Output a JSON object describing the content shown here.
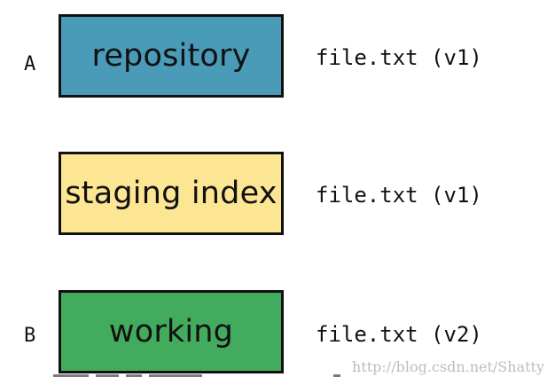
{
  "diagram": {
    "rows": [
      {
        "row_label": "A",
        "box_label": "repository",
        "box_color": "#4A9BB8",
        "file_text": "file.txt (v1)"
      },
      {
        "row_label": "",
        "box_label": "staging index",
        "box_color": "#FCE693",
        "file_text": "file.txt (v1)"
      },
      {
        "row_label": "B",
        "box_label": "working",
        "box_color": "#43AB5D",
        "file_text": "file.txt (v2)"
      }
    ],
    "watermark": "http://blog.csdn.net/Shatty"
  }
}
